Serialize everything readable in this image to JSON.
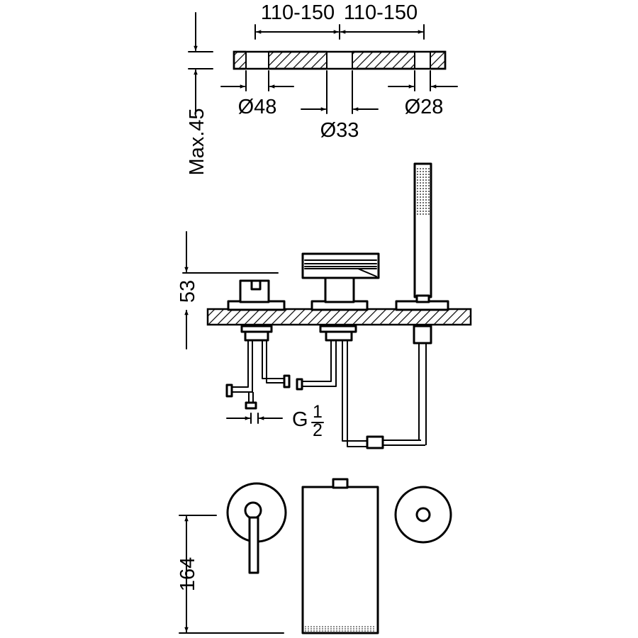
{
  "dimensions": {
    "spacing_left": "110-150",
    "spacing_right": "110-150",
    "max_thickness": "Max.45",
    "hole_left": "Ø48",
    "hole_center": "Ø33",
    "hole_right": "Ø28",
    "height_above_deck": "53",
    "connection_prefix": "G",
    "connection_numerator": "1",
    "connection_denominator": "2",
    "height_front": "164"
  }
}
